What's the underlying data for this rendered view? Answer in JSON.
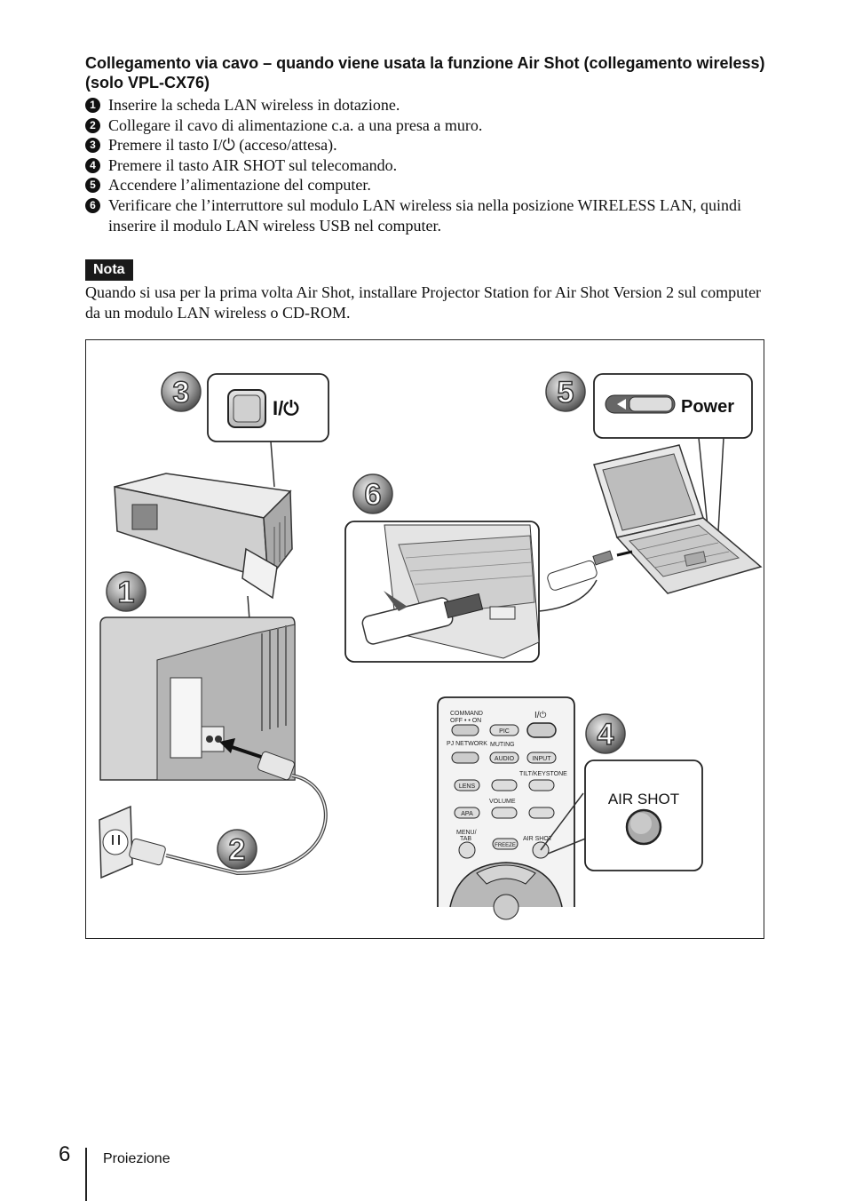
{
  "heading": "Collegamento via cavo – quando viene usata la funzione Air Shot (collegamento wireless) (solo VPL-CX76)",
  "steps": [
    {
      "num": "1",
      "text": "Inserire la scheda LAN wireless in dotazione."
    },
    {
      "num": "2",
      "text": "Collegare il cavo di alimentazione c.a. a una presa a muro."
    },
    {
      "num": "3",
      "text": "Premere il tasto I/⏻ (acceso/attesa)."
    },
    {
      "num": "4",
      "text": "Premere il tasto AIR SHOT sul telecomando."
    },
    {
      "num": "5",
      "text": "Accendere l’alimentazione del computer."
    },
    {
      "num": "6",
      "text": "Verificare che l’interruttore sul modulo LAN wireless sia nella posizione WIRELESS LAN, quindi inserire il modulo LAN wireless USB nel computer."
    }
  ],
  "nota": {
    "label": "Nota",
    "text": "Quando si usa per la prima volta Air Shot, installare Projector Station for Air Shot Version 2 sul computer da un modulo LAN wireless o CD-ROM."
  },
  "figure": {
    "badges": [
      "1",
      "2",
      "3",
      "4",
      "5",
      "6"
    ],
    "callout_power_symbol": "I/⏻",
    "callout_power_label": "Power",
    "callout_airshot_label": "AIR SHOT",
    "remote": {
      "command": "COMMAND",
      "off_on": "OFF • • ON",
      "power_symbol": "I/⏻",
      "pj_network": "PJ NETWORK",
      "muting": "MUTING",
      "pic": "PIC",
      "audio": "AUDIO",
      "input": "INPUT",
      "tilt_keystone": "TILT/KEYSTONE",
      "lens": "LENS",
      "volume": "VOLUME",
      "apa": "APA",
      "menu": "MENU/",
      "tab": "TAB",
      "freeze": "FREEZE",
      "air_shot": "AIR SHOT"
    }
  },
  "footer": {
    "page_number": "6",
    "section": "Proiezione"
  }
}
